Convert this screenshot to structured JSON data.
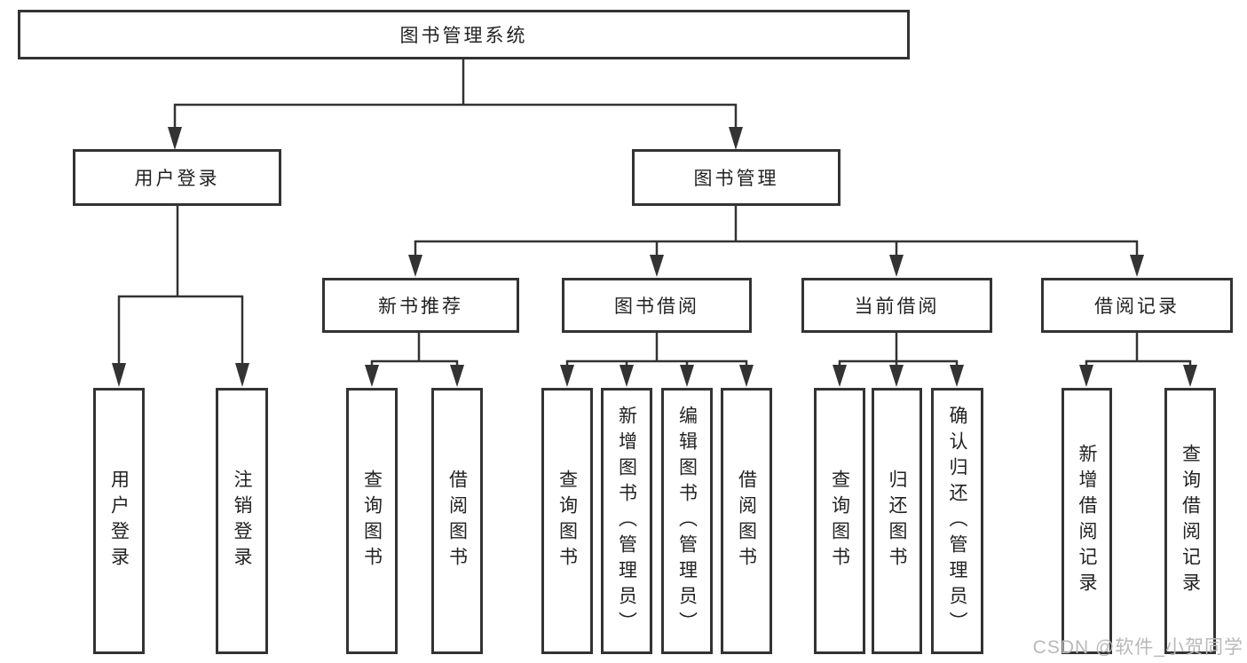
{
  "diagram": {
    "root": {
      "label": "图书管理系统"
    },
    "user_login": {
      "label": "用户登录",
      "children": [
        {
          "label": "用户登录"
        },
        {
          "label": "注销登录"
        }
      ]
    },
    "book_management": {
      "label": "图书管理",
      "sections": [
        {
          "label": "新书推荐",
          "children": [
            {
              "label": "查询图书"
            },
            {
              "label": "借阅图书"
            }
          ]
        },
        {
          "label": "图书借阅",
          "children": [
            {
              "label": "查询图书"
            },
            {
              "label": "新增图书（管理员）"
            },
            {
              "label": "编辑图书（管理员）"
            },
            {
              "label": "借阅图书"
            }
          ]
        },
        {
          "label": "当前借阅",
          "children": [
            {
              "label": "查询图书"
            },
            {
              "label": "归还图书"
            },
            {
              "label": "确认归还（管理员）"
            }
          ]
        },
        {
          "label": "借阅记录",
          "children": [
            {
              "label": "新增借阅记录"
            },
            {
              "label": "查询借阅记录"
            }
          ]
        }
      ]
    },
    "colors": {
      "line": "#333333",
      "box_fill": "#ffffff",
      "text": "#222222",
      "watermark": "#b9b9b9"
    }
  },
  "watermark": {
    "text": "CSDN @软件_小贺同学"
  }
}
